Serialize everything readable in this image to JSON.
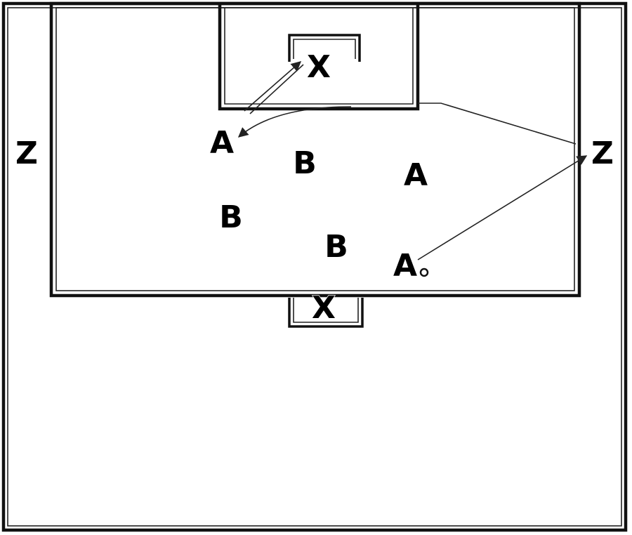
{
  "diagram": {
    "labels": {
      "x_top": "X",
      "x_bottom": "X",
      "z_left": "Z",
      "z_right": "Z",
      "a_left": "A",
      "a_center": "A",
      "a_bottom": "A",
      "b_top": "B",
      "b_left": "B",
      "b_bottom": "B"
    }
  }
}
